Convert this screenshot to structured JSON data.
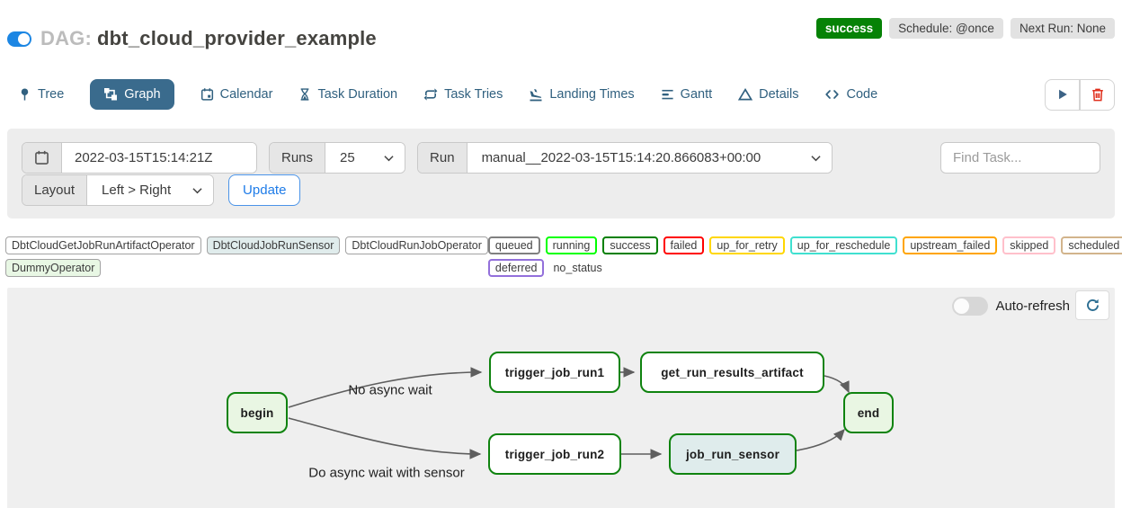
{
  "header": {
    "title_prefix": "DAG:",
    "title": "dbt_cloud_provider_example",
    "pause_toggle_on": true,
    "status_badge": "success",
    "schedule_badge": "Schedule: @once",
    "next_run_badge": "Next Run: None",
    "accent_blue": "#1c86e3",
    "success_green": "#068206"
  },
  "tabs": [
    {
      "label": "Tree",
      "icon": "tree-icon",
      "active": false
    },
    {
      "label": "Graph",
      "icon": "graph-icon",
      "active": true
    },
    {
      "label": "Calendar",
      "icon": "calendar-icon",
      "active": false
    },
    {
      "label": "Task Duration",
      "icon": "hourglass-icon",
      "active": false
    },
    {
      "label": "Task Tries",
      "icon": "repeat-icon",
      "active": false
    },
    {
      "label": "Landing Times",
      "icon": "plane-landing-icon",
      "active": false
    },
    {
      "label": "Gantt",
      "icon": "gantt-bars-icon",
      "active": false
    },
    {
      "label": "Details",
      "icon": "triangle-icon",
      "active": false
    },
    {
      "label": "Code",
      "icon": "code-icon",
      "active": false
    }
  ],
  "toolbar": {
    "trigger_icon": "play-icon",
    "delete_icon": "trash-icon",
    "active_tab_bg": "#3a6b8d",
    "tab_text_color": "#30607f",
    "delete_red": "#e0301e"
  },
  "filters": {
    "date_value": "2022-03-15T15:14:21Z",
    "runs_label": "Runs",
    "runs_value": "25",
    "run_label": "Run",
    "run_value": "manual__2022-03-15T15:14:20.866083+00:00",
    "find_task_placeholder": "Find Task...",
    "layout_label": "Layout",
    "layout_value": "Left > Right",
    "update_label": "Update",
    "update_blue": "#1f7ce8"
  },
  "legend": {
    "operators": [
      {
        "label": "DbtCloudGetJobRunArtifactOperator",
        "fill": "#ffffff"
      },
      {
        "label": "DbtCloudJobRunSensor",
        "fill": "#e0ecec"
      },
      {
        "label": "DbtCloudRunJobOperator",
        "fill": "#ffffff"
      },
      {
        "label": "DummyOperator",
        "fill": "#e8f7e4"
      }
    ],
    "statuses": [
      {
        "label": "queued",
        "color": "#808080"
      },
      {
        "label": "running",
        "color": "#00ff00"
      },
      {
        "label": "success",
        "color": "#008000"
      },
      {
        "label": "failed",
        "color": "#ff0000"
      },
      {
        "label": "up_for_retry",
        "color": "#ffd700"
      },
      {
        "label": "up_for_reschedule",
        "color": "#40e0d0"
      },
      {
        "label": "upstream_failed",
        "color": "#ffa500"
      },
      {
        "label": "skipped",
        "color": "#ffc0cb"
      },
      {
        "label": "scheduled",
        "color": "#d2b48c"
      },
      {
        "label": "deferred",
        "color": "#9370db"
      },
      {
        "label": "no_status",
        "color": "transparent"
      }
    ]
  },
  "graph": {
    "auto_refresh_label": "Auto-refresh",
    "auto_refresh_on": false,
    "refresh_icon": "refresh-icon",
    "node_border_green": "#0f830f",
    "nodes": [
      {
        "id": "begin",
        "label": "begin",
        "fill": "#e9f6e3"
      },
      {
        "id": "trigger_job_run1",
        "label": "trigger_job_run1",
        "fill": "#ffffff"
      },
      {
        "id": "get_run_results_artifact",
        "label": "get_run_results_artifact",
        "fill": "#ffffff"
      },
      {
        "id": "trigger_job_run2",
        "label": "trigger_job_run2",
        "fill": "#ffffff"
      },
      {
        "id": "job_run_sensor",
        "label": "job_run_sensor",
        "fill": "#dfecec"
      },
      {
        "id": "end",
        "label": "end",
        "fill": "#e9f6e3"
      }
    ],
    "edges": [
      {
        "from": "begin",
        "to": "trigger_job_run1",
        "label": "No async wait"
      },
      {
        "from": "begin",
        "to": "trigger_job_run2",
        "label": "Do async wait with sensor"
      },
      {
        "from": "trigger_job_run1",
        "to": "get_run_results_artifact",
        "label": ""
      },
      {
        "from": "trigger_job_run2",
        "to": "job_run_sensor",
        "label": ""
      },
      {
        "from": "get_run_results_artifact",
        "to": "end",
        "label": ""
      },
      {
        "from": "job_run_sensor",
        "to": "end",
        "label": ""
      }
    ]
  }
}
